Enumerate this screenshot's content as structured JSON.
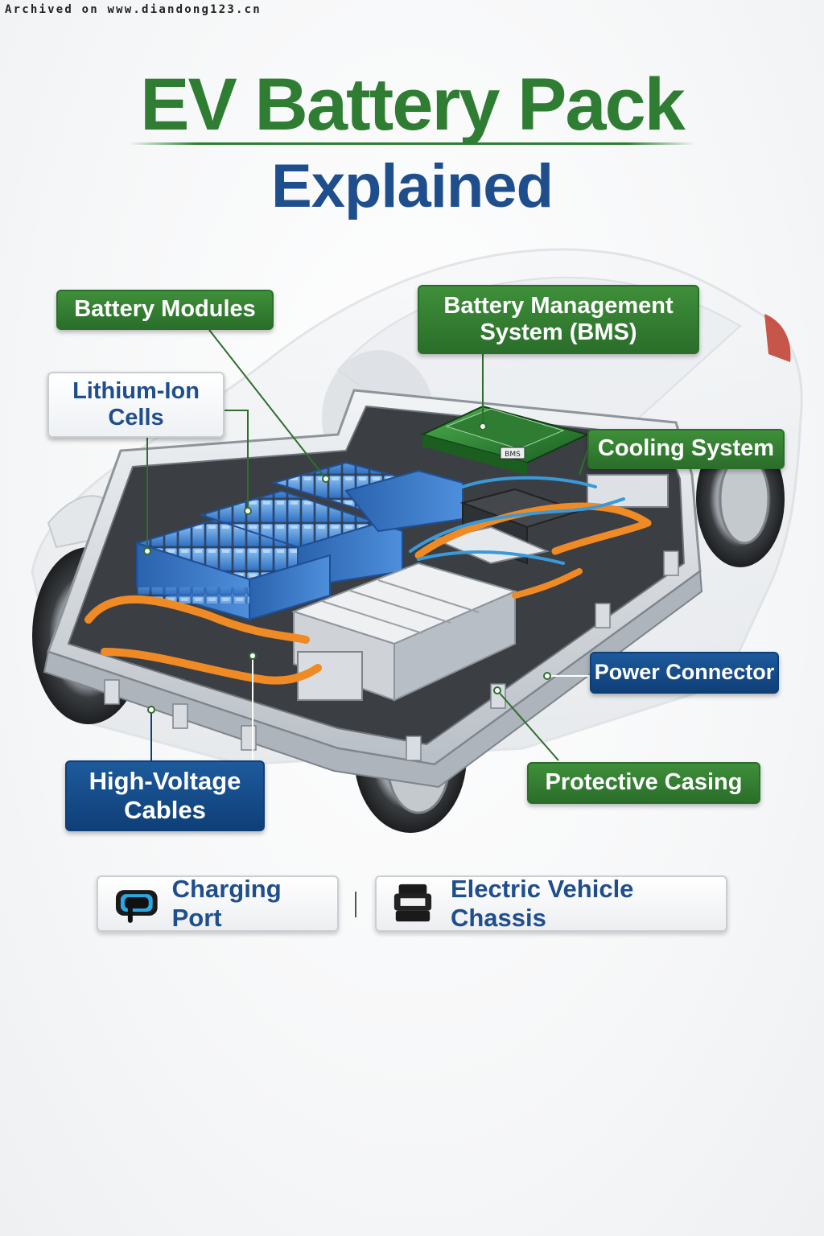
{
  "watermark": "Archived on www.diandong123.cn",
  "title": {
    "line1": "EV Battery Pack",
    "line2": "Explained"
  },
  "callouts": {
    "battery_modules": "Battery Modules",
    "bms_line1": "Battery Management",
    "bms_line2": "System (BMS)",
    "lithium_line1": "Lithium-Ion",
    "lithium_line2": "Cells",
    "cooling": "Cooling System",
    "power_connector": "Power Connector",
    "hv_line1": "High-Voltage",
    "hv_line2": "Cables",
    "protective_casing": "Protective Casing"
  },
  "bms_chip_label": "BMS",
  "footer": {
    "charging_port": "Charging Port",
    "chassis": "Electric Vehicle Chassis"
  },
  "colors": {
    "title_green": "#2e7d32",
    "title_blue": "#1f4e8c",
    "cell_blue": "#3f86d6",
    "cable_orange": "#f08a24",
    "casing_silver": "#c9ced3"
  }
}
